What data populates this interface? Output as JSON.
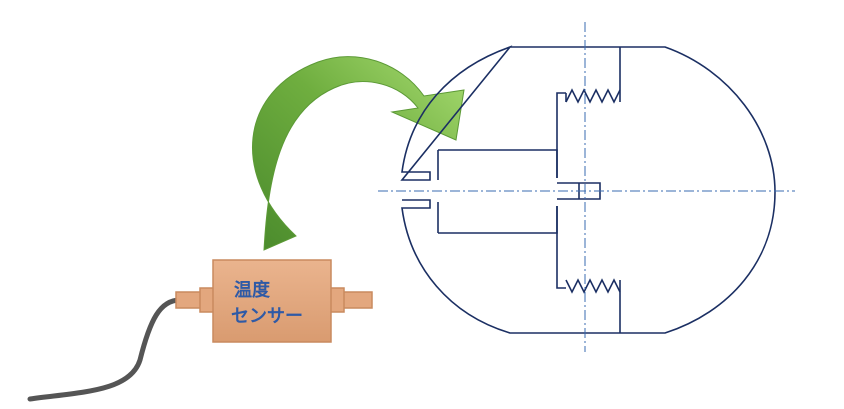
{
  "sensor": {
    "line1": "温度",
    "line2": "センサー"
  },
  "colors": {
    "background": "#ffffff",
    "sensor_fill": "#e3a77e",
    "sensor_edge": "#c98a5f",
    "sensor_text": "#2f5aa6",
    "cable": "#555555",
    "arrow_dark": "#4f8f2f",
    "arrow_light": "#9fd36a",
    "drawing_line": "#1b2f63",
    "center_line": "#3a6bb0"
  },
  "icons": {
    "arrow": "curved-arrow-icon",
    "sensor": "sensor-body",
    "cable": "sensor-cable"
  }
}
